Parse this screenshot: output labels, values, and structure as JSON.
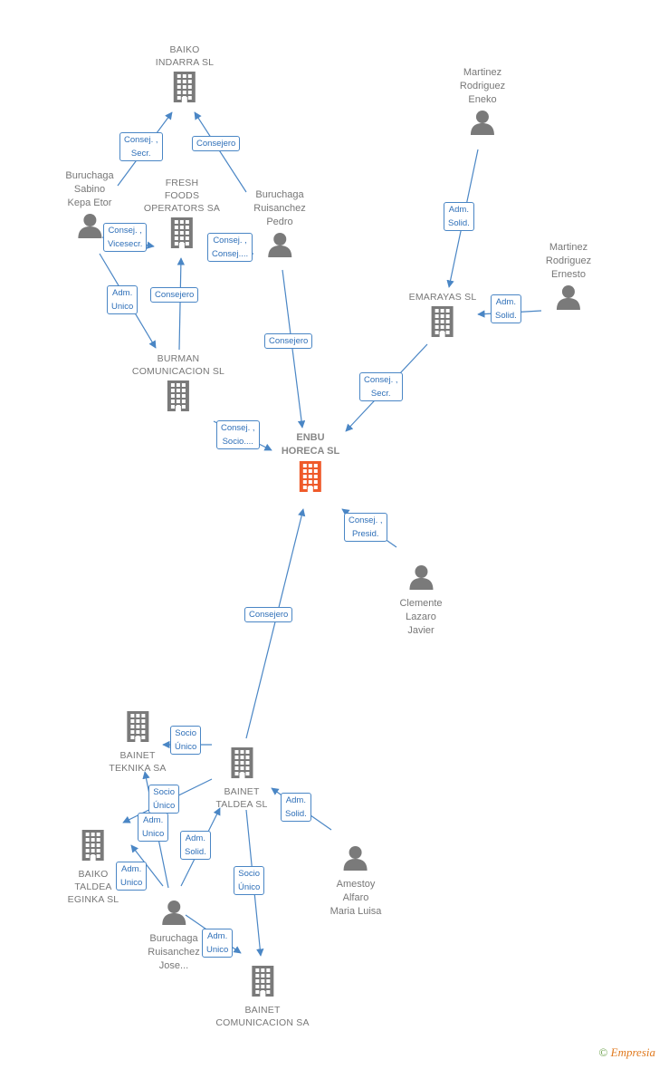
{
  "nodes": [
    {
      "id": "baiko_indarra",
      "type": "company",
      "label": "BAIKO\nINDARRA  SL"
    },
    {
      "id": "martinez_eneko",
      "type": "person",
      "label": "Martinez\nRodriguez\nEneko"
    },
    {
      "id": "buruchaga_kepa",
      "type": "person",
      "label": "Buruchaga\nSabino\nKepa Etor"
    },
    {
      "id": "fresh_foods",
      "type": "company",
      "label": "FRESH\nFOODS\nOPERATORS SA"
    },
    {
      "id": "buruchaga_pedro",
      "type": "person",
      "label": "Buruchaga\nRuisanchez\nPedro"
    },
    {
      "id": "martinez_ernesto",
      "type": "person",
      "label": "Martinez\nRodriguez\nErnesto"
    },
    {
      "id": "emarayas",
      "type": "company",
      "label": "EMARAYAS SL"
    },
    {
      "id": "burman",
      "type": "company",
      "label": "BURMAN\nCOMUNICACION SL"
    },
    {
      "id": "enbu",
      "type": "target",
      "label": "ENBU\nHORECA  SL"
    },
    {
      "id": "clemente",
      "type": "person",
      "label": "Clemente\nLazaro\nJavier"
    },
    {
      "id": "bainet_teknika",
      "type": "company",
      "label": "BAINET\nTEKNIKA SA"
    },
    {
      "id": "bainet_taldea",
      "type": "company",
      "label": "BAINET\nTALDEA  SL"
    },
    {
      "id": "amestoy",
      "type": "person",
      "label": "Amestoy\nAlfaro\nMaria Luisa"
    },
    {
      "id": "baiko_taldea",
      "type": "company",
      "label": "BAIKO\nTALDEA\nEGINKA  SL"
    },
    {
      "id": "buruchaga_jose",
      "type": "person",
      "label": "Buruchaga\nRuisanchez\nJose..."
    },
    {
      "id": "bainet_comunicacion",
      "type": "company",
      "label": "BAINET\nCOMUNICACION SA"
    }
  ],
  "edges": [
    {
      "from": "buruchaga_kepa",
      "to": "baiko_indarra",
      "label": "Consej. ,\nSecr."
    },
    {
      "from": "buruchaga_pedro",
      "to": "baiko_indarra",
      "label": "Consejero"
    },
    {
      "from": "buruchaga_kepa",
      "to": "burman",
      "label": "Adm.\nUnico"
    },
    {
      "from": "burman",
      "to": "fresh_foods",
      "label": "Consejero"
    },
    {
      "from": "buruchaga_pedro",
      "to": "enbu",
      "label": "Consejero"
    },
    {
      "from": "martinez_eneko",
      "to": "emarayas",
      "label": "Adm.\nSolid."
    },
    {
      "from": "martinez_ernesto",
      "to": "emarayas",
      "label": "Adm.\nSolid."
    },
    {
      "from": "emarayas",
      "to": "enbu",
      "label": "Consej. ,\nSecr."
    },
    {
      "from": "burman",
      "to": "enbu",
      "label": "Consej. ,\nSocio...."
    },
    {
      "from": "clemente",
      "to": "enbu",
      "label": "Consej. ,\nPresid."
    },
    {
      "from": "bainet_taldea",
      "to": "enbu",
      "label": "Consejero"
    },
    {
      "from": "bainet_taldea",
      "to": "bainet_teknika",
      "label": "Socio\nÚnico"
    },
    {
      "from": "bainet_taldea",
      "to": "baiko_taldea",
      "label": "Socio\nÚnico"
    },
    {
      "from": "buruchaga_jose",
      "to": "bainet_taldea",
      "label": "Adm.\nSolid."
    },
    {
      "from": "amestoy",
      "to": "bainet_taldea",
      "label": "Adm.\nSolid."
    },
    {
      "from": "bainet_taldea",
      "to": "bainet_comunicacion",
      "label": "Socio\nÚnico"
    },
    {
      "from": "buruchaga_jose",
      "to": "baiko_taldea",
      "label": "Adm.\nUnico"
    },
    {
      "from": "buruchaga_jose",
      "to": "bainet_teknika",
      "label": "Adm.\nUnico"
    },
    {
      "from": "buruchaga_jose",
      "to": "bainet_comunicacion",
      "label": "Adm.\nUnico"
    },
    {
      "from": "buruchaga_kepa",
      "to": "fresh_foods",
      "label": "Consej. ,\nVicesecr."
    },
    {
      "from": "buruchaga_pedro",
      "to": "fresh_foods",
      "label": "Consej. ,\nConsej...."
    }
  ],
  "colors": {
    "company": "#7a7a7a",
    "person": "#7a7a7a",
    "target": "#ef5a2a",
    "edge": "#4a86c5"
  },
  "footer": {
    "copyright": "©",
    "brand": "Empresia"
  }
}
